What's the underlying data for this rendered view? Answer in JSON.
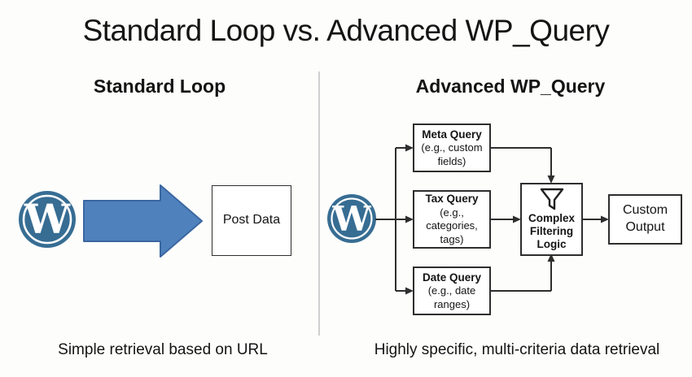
{
  "page": {
    "title": "Standard Loop vs. Advanced WP_Query"
  },
  "icons": {
    "wordpress_letter": "W"
  },
  "left_panel": {
    "heading": "Standard Loop",
    "post_data_label": "Post Data",
    "caption": "Simple retrieval based on URL"
  },
  "right_panel": {
    "heading": "Advanced WP_Query",
    "boxes": {
      "meta": {
        "title": "Meta Query",
        "subtitle": "(e.g., custom fields)"
      },
      "tax": {
        "title": "Tax Query",
        "subtitle": "(e.g., categories, tags)"
      },
      "date": {
        "title": "Date Query",
        "subtitle": "(e.g., date ranges)"
      },
      "complex": {
        "lines": [
          "Complex",
          "Filtering",
          "Logic"
        ]
      },
      "output": {
        "lines": [
          "Custom",
          "Output"
        ]
      }
    },
    "caption": "Highly specific, multi-criteria data retrieval"
  },
  "colors": {
    "bg": "#fdfdfc",
    "ink": "#141414",
    "line": "#2e2e2e",
    "divider": "#cfcfcf",
    "arrow_fill": "#4f81bd",
    "arrow_stroke": "#3b67a0",
    "wp_blue": "#376d93"
  }
}
